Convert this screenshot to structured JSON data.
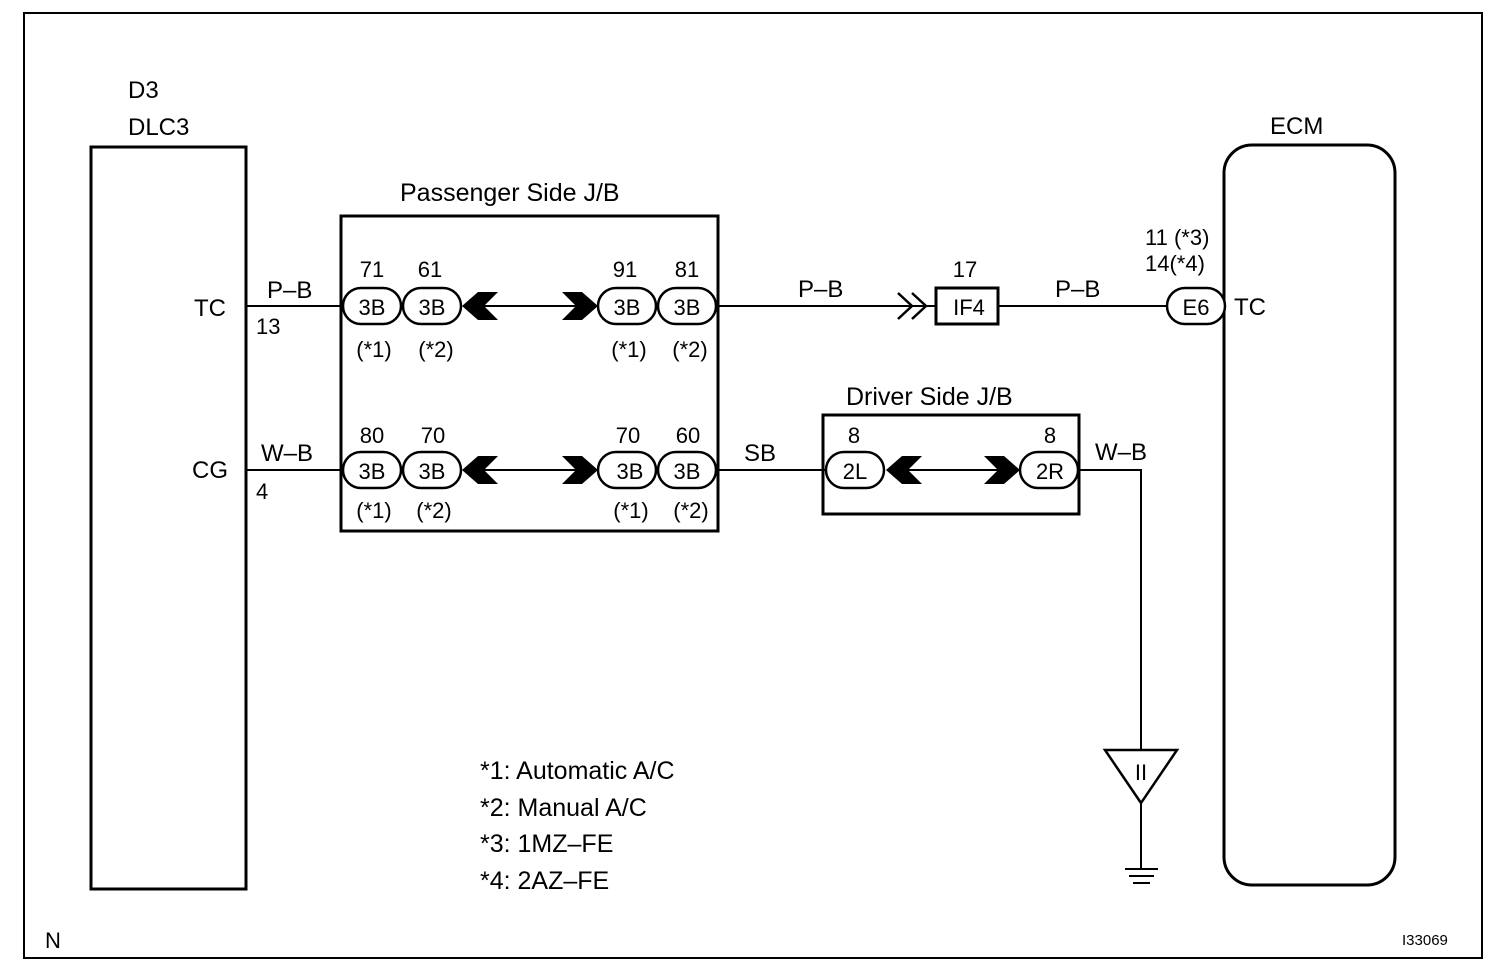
{
  "dlc3": {
    "code": "D3",
    "name": "DLC3",
    "tc_label": "TC",
    "tc_pin": "13",
    "cg_label": "CG",
    "cg_pin": "4"
  },
  "passenger_jb": {
    "title": "Passenger Side J/B",
    "tc_row": {
      "left": [
        {
          "pin": "71",
          "conn": "3B",
          "note": "(*1)"
        },
        {
          "pin": "61",
          "conn": "3B",
          "note": "(*2)"
        }
      ],
      "right": [
        {
          "pin": "91",
          "conn": "3B",
          "note": "(*1)"
        },
        {
          "pin": "81",
          "conn": "3B",
          "note": "(*2)"
        }
      ]
    },
    "cg_row": {
      "left": [
        {
          "pin": "80",
          "conn": "3B",
          "note": "(*1)"
        },
        {
          "pin": "70",
          "conn": "3B",
          "note": "(*2)"
        }
      ],
      "right": [
        {
          "pin": "70",
          "conn": "3B",
          "note": "(*1)"
        },
        {
          "pin": "60",
          "conn": "3B",
          "note": "(*2)"
        }
      ]
    }
  },
  "driver_jb": {
    "title": "Driver Side J/B",
    "left": {
      "pin": "8",
      "conn": "2L"
    },
    "right": {
      "pin": "8",
      "conn": "2R"
    }
  },
  "junction_if4": {
    "pin": "17",
    "conn": "IF4"
  },
  "ecm": {
    "name": "ECM",
    "pin_a": "11 (*3)",
    "pin_b": "14(*4)",
    "conn": "E6",
    "tc_label": "TC"
  },
  "wires": {
    "tc_left": "P–B",
    "tc_mid": "P–B",
    "tc_right": "P–B",
    "cg_left": "W–B",
    "cg_mid": "SB",
    "cg_right": "W–B"
  },
  "ground_symbol": "II",
  "notes": [
    "*1: Automatic A/C",
    "*2: Manual A/C",
    "*3: 1MZ–FE",
    "*4: 2AZ–FE"
  ],
  "corner_letter": "N",
  "figure_id": "I33069"
}
